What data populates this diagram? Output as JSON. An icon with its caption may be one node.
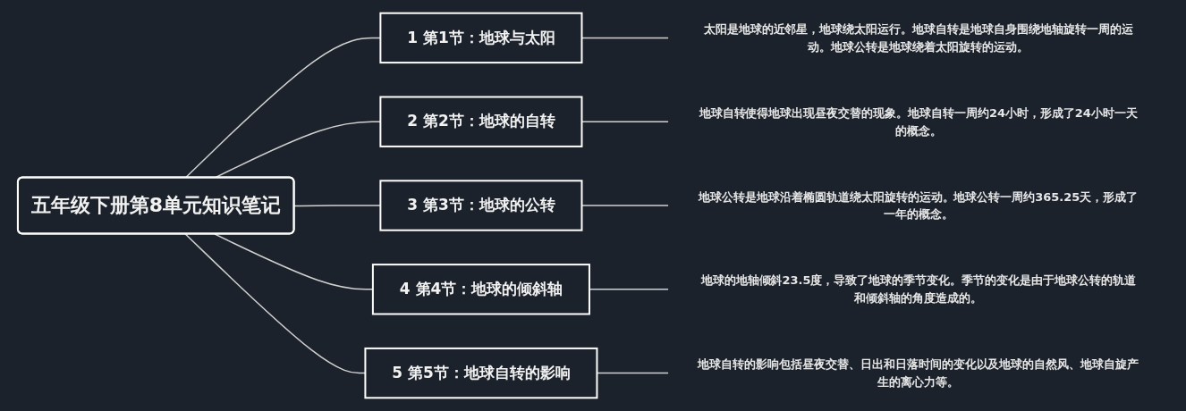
{
  "diagram": {
    "nodes": [
      {
        "text": [
          "五年级下册第8单元知识笔记"
        ]
      },
      {
        "text": [
          "1",
          "第1节：地球与太阳"
        ]
      },
      {
        "text": [
          "太阳是地球的近邻星，地球绕太阳运行。地球自转是地球自身围绕地轴旋转一周的运动。地球公转是地球绕着太阳旋转的运动。"
        ]
      },
      {
        "text": [
          "2",
          "第2节：地球的自转"
        ]
      },
      {
        "text": [
          "地球自转使得地球出现昼夜交替的现象。地球自转一周约24小时，形成了24小时一天的概念。"
        ]
      },
      {
        "text": [
          "3",
          "第3节：地球的公转"
        ]
      },
      {
        "text": [
          "地球公转是地球沿着椭圆轨道绕太阳旋转的运动。地球公转一周约365.25天，形成了一年的概念。"
        ]
      },
      {
        "text": [
          "4",
          "第4节：地球的倾斜轴"
        ]
      },
      {
        "text": [
          "地球的地轴倾斜23.5度，导致了地球的季节变化。季节的变化是由于地球公转的轨道和倾斜轴的角度造成的。"
        ]
      },
      {
        "text": [
          "5",
          "第5节：地球自转的影响"
        ]
      },
      {
        "text": [
          "地球自转的影响包括昼夜交替、日出和日落时间的变化以及地球的自然风、地球自旋产生的离心力等。"
        ]
      }
    ],
    "edges": [
      {
        "from": 0,
        "to": 1,
        "arrow": "none"
      },
      {
        "from": 0,
        "to": 3,
        "arrow": "none"
      },
      {
        "from": 0,
        "to": 5,
        "arrow": "none"
      },
      {
        "from": 0,
        "to": 7,
        "arrow": "none"
      },
      {
        "from": 0,
        "to": 9,
        "arrow": "none"
      },
      {
        "from": 1,
        "to": 2,
        "arrow": "none"
      },
      {
        "from": 3,
        "to": 4,
        "arrow": "none"
      },
      {
        "from": 5,
        "to": 6,
        "arrow": "none"
      },
      {
        "from": 7,
        "to": 8,
        "arrow": "none"
      },
      {
        "from": 9,
        "to": 10,
        "arrow": "none"
      }
    ]
  }
}
